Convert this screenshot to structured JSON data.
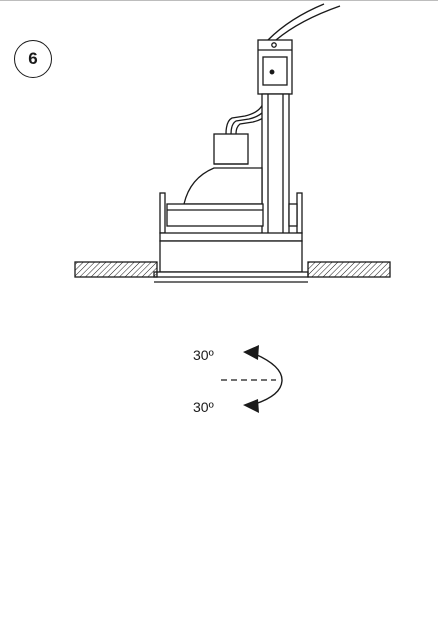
{
  "step": {
    "number": "6"
  },
  "rotation": {
    "upper_label": "30º",
    "lower_label": "30º"
  },
  "colors": {
    "line": "#1a1a1a",
    "background": "#ffffff",
    "rule": "#bdbdbd"
  }
}
